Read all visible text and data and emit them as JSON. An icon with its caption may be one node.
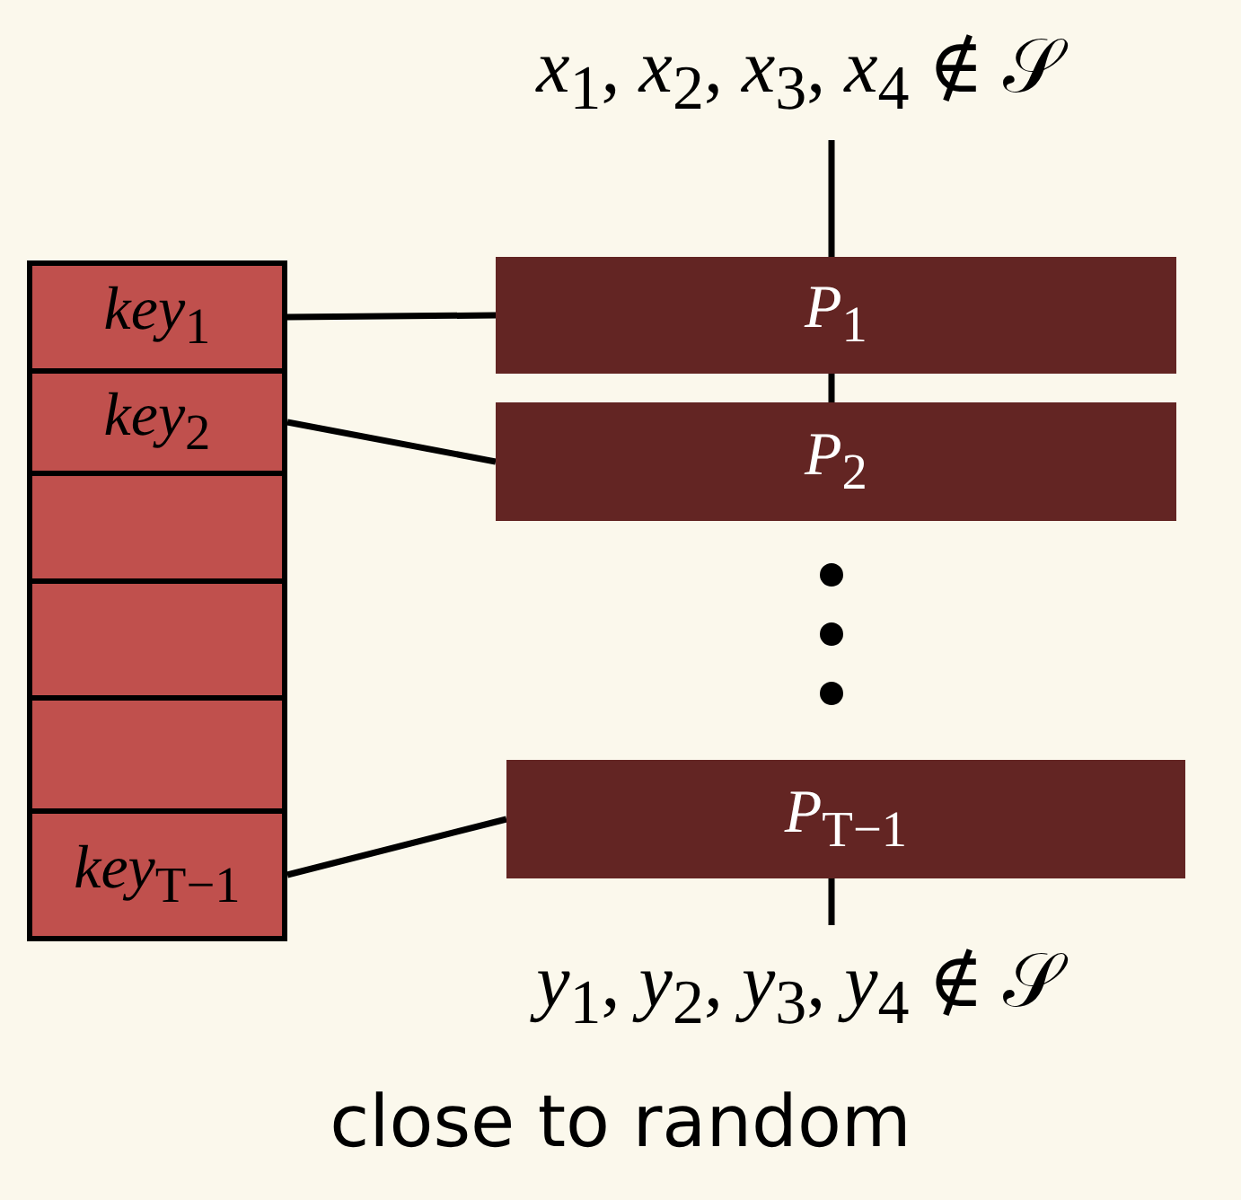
{
  "diagram": {
    "nodes": [
      {
        "text": [
          "*x*$_{1}$, *x*$_{2}$, *x*$_{3}$, *x*$_{4}$  ∉ 𝒮"
        ]
      },
      {
        "text": [
          "*key*$_{1}$"
        ]
      },
      {
        "text": [
          "*P*$_{1}$"
        ]
      },
      {
        "text": [
          "*key*$_{2}$"
        ]
      },
      {
        "text": [
          "*P*$_{2}$"
        ]
      },
      {
        "text": [],
        "shape": "box"
      },
      {
        "text": [],
        "shape": "box"
      },
      {
        "text": [],
        "shape": "box"
      },
      {
        "text": [
          "*key*$_{T−1}$"
        ]
      },
      {
        "text": [
          "*P*$_{T−1}$"
        ]
      },
      {
        "text": [
          "*y*$_{1}$, *y*$_{2}$, *y*$_{3}$, *y*$_{4}$  ∉ 𝒮"
        ]
      }
    ],
    "edges": [
      {
        "from": 0,
        "to": 2,
        "arrow": "none"
      },
      {
        "from": 1,
        "to": 2,
        "arrow": "none"
      },
      {
        "from": 2,
        "to": 4,
        "arrow": "none"
      },
      {
        "from": 3,
        "to": 4,
        "arrow": "none"
      },
      {
        "from": 4,
        "to": 9,
        "arrow": "none",
        "style": "dashed"
      },
      {
        "from": 8,
        "to": 9,
        "arrow": "none"
      },
      {
        "from": 9,
        "to": 10,
        "arrow": "none"
      }
    ],
    "labels": [
      "close to random"
    ]
  }
}
